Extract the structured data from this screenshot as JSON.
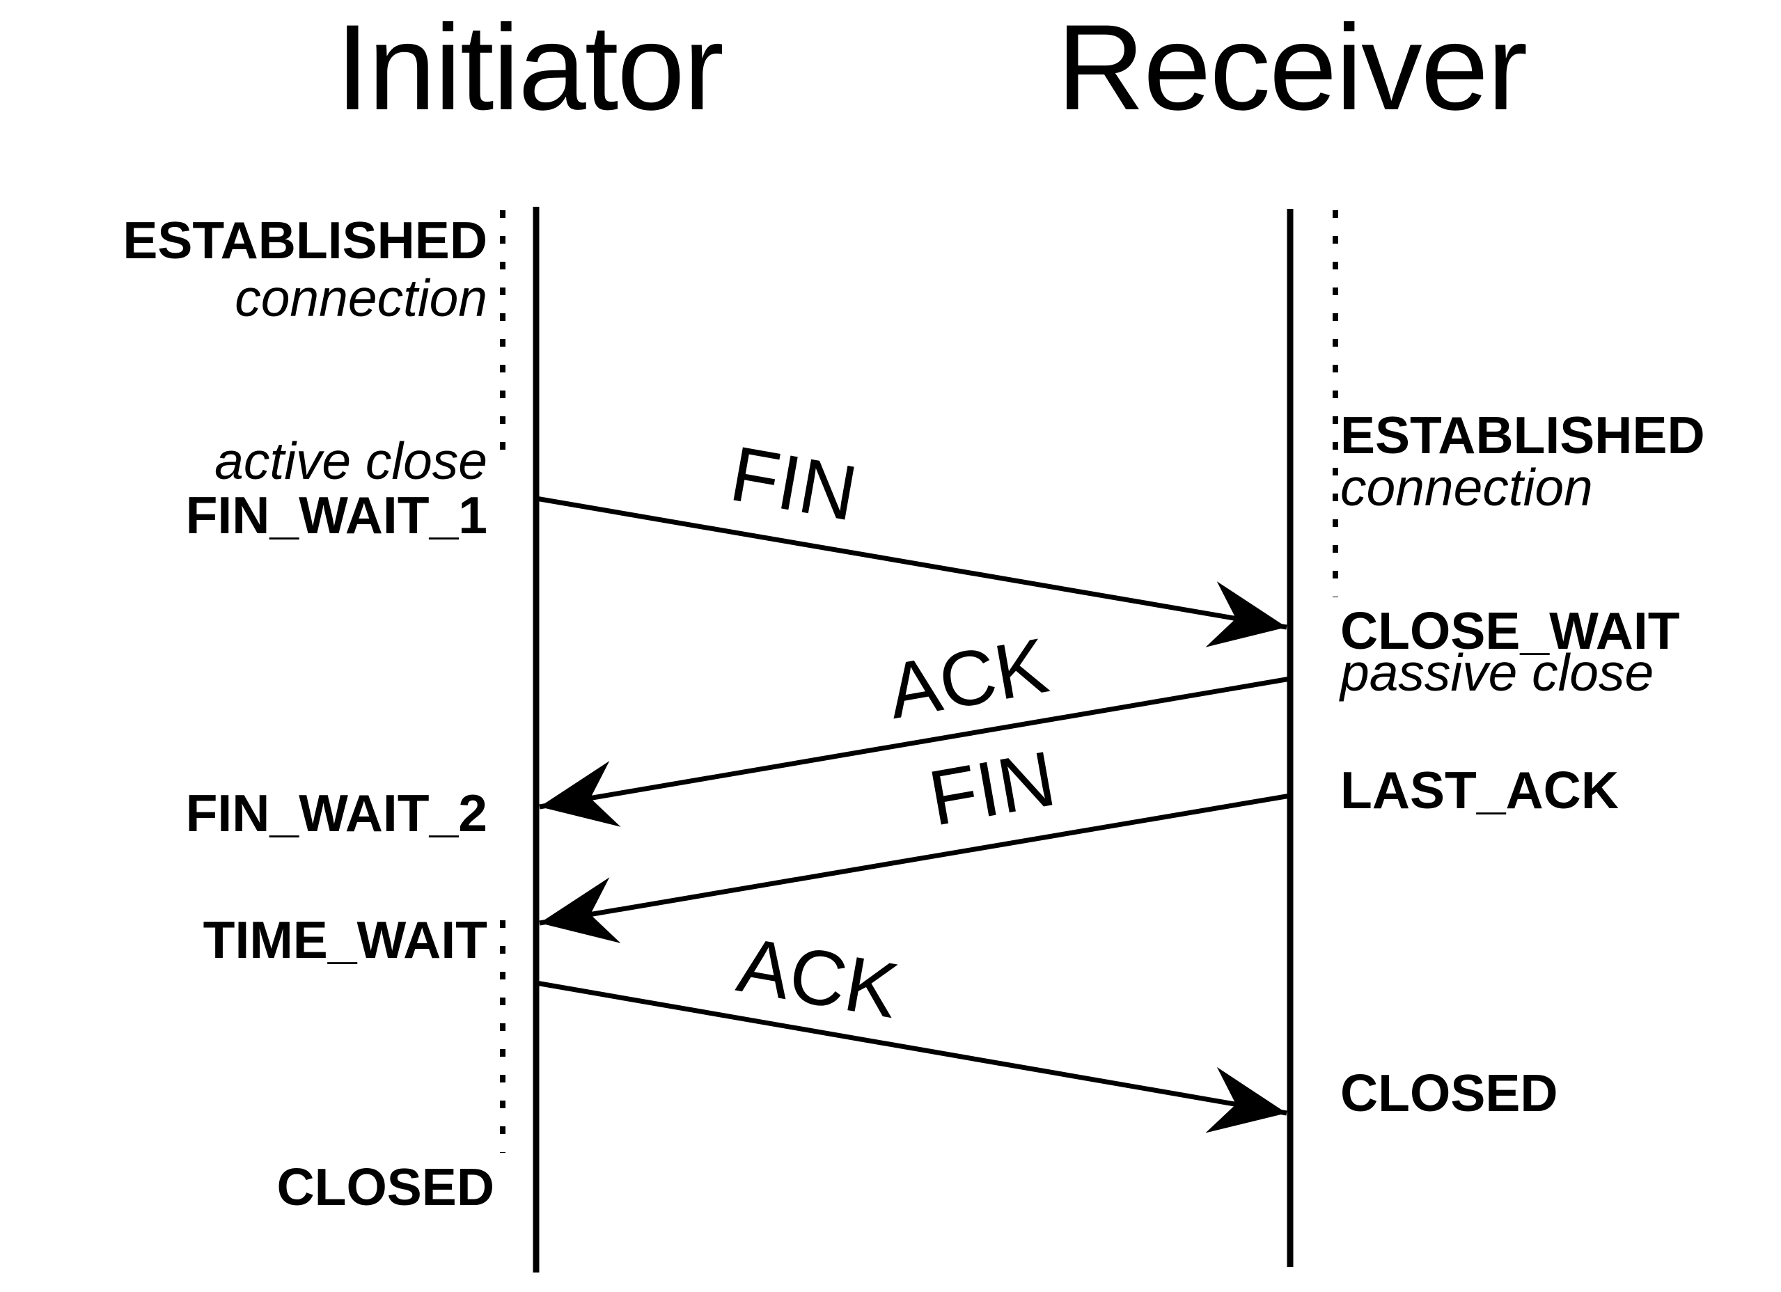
{
  "titles": {
    "initiator": "Initiator",
    "receiver": "Receiver"
  },
  "left": {
    "established": {
      "state": "ESTABLISHED",
      "note": "connection"
    },
    "closing": {
      "note": "active close",
      "state": "FIN_WAIT_1"
    },
    "fin_wait_2": "FIN_WAIT_2",
    "time_wait": "TIME_WAIT",
    "closed": "CLOSED"
  },
  "right": {
    "established": {
      "state": "ESTABLISHED",
      "note": "connection"
    },
    "close_wait": {
      "state": "CLOSE_WAIT",
      "note": "passive close"
    },
    "last_ack": "LAST_ACK",
    "closed": "CLOSED"
  },
  "messages": [
    {
      "label": "FIN",
      "from": "initiator",
      "to": "receiver"
    },
    {
      "label": "ACK",
      "from": "receiver",
      "to": "initiator"
    },
    {
      "label": "FIN",
      "from": "receiver",
      "to": "initiator"
    },
    {
      "label": "ACK",
      "from": "initiator",
      "to": "receiver"
    }
  ],
  "colors": {
    "ink": "#000000",
    "background": "#ffffff"
  }
}
